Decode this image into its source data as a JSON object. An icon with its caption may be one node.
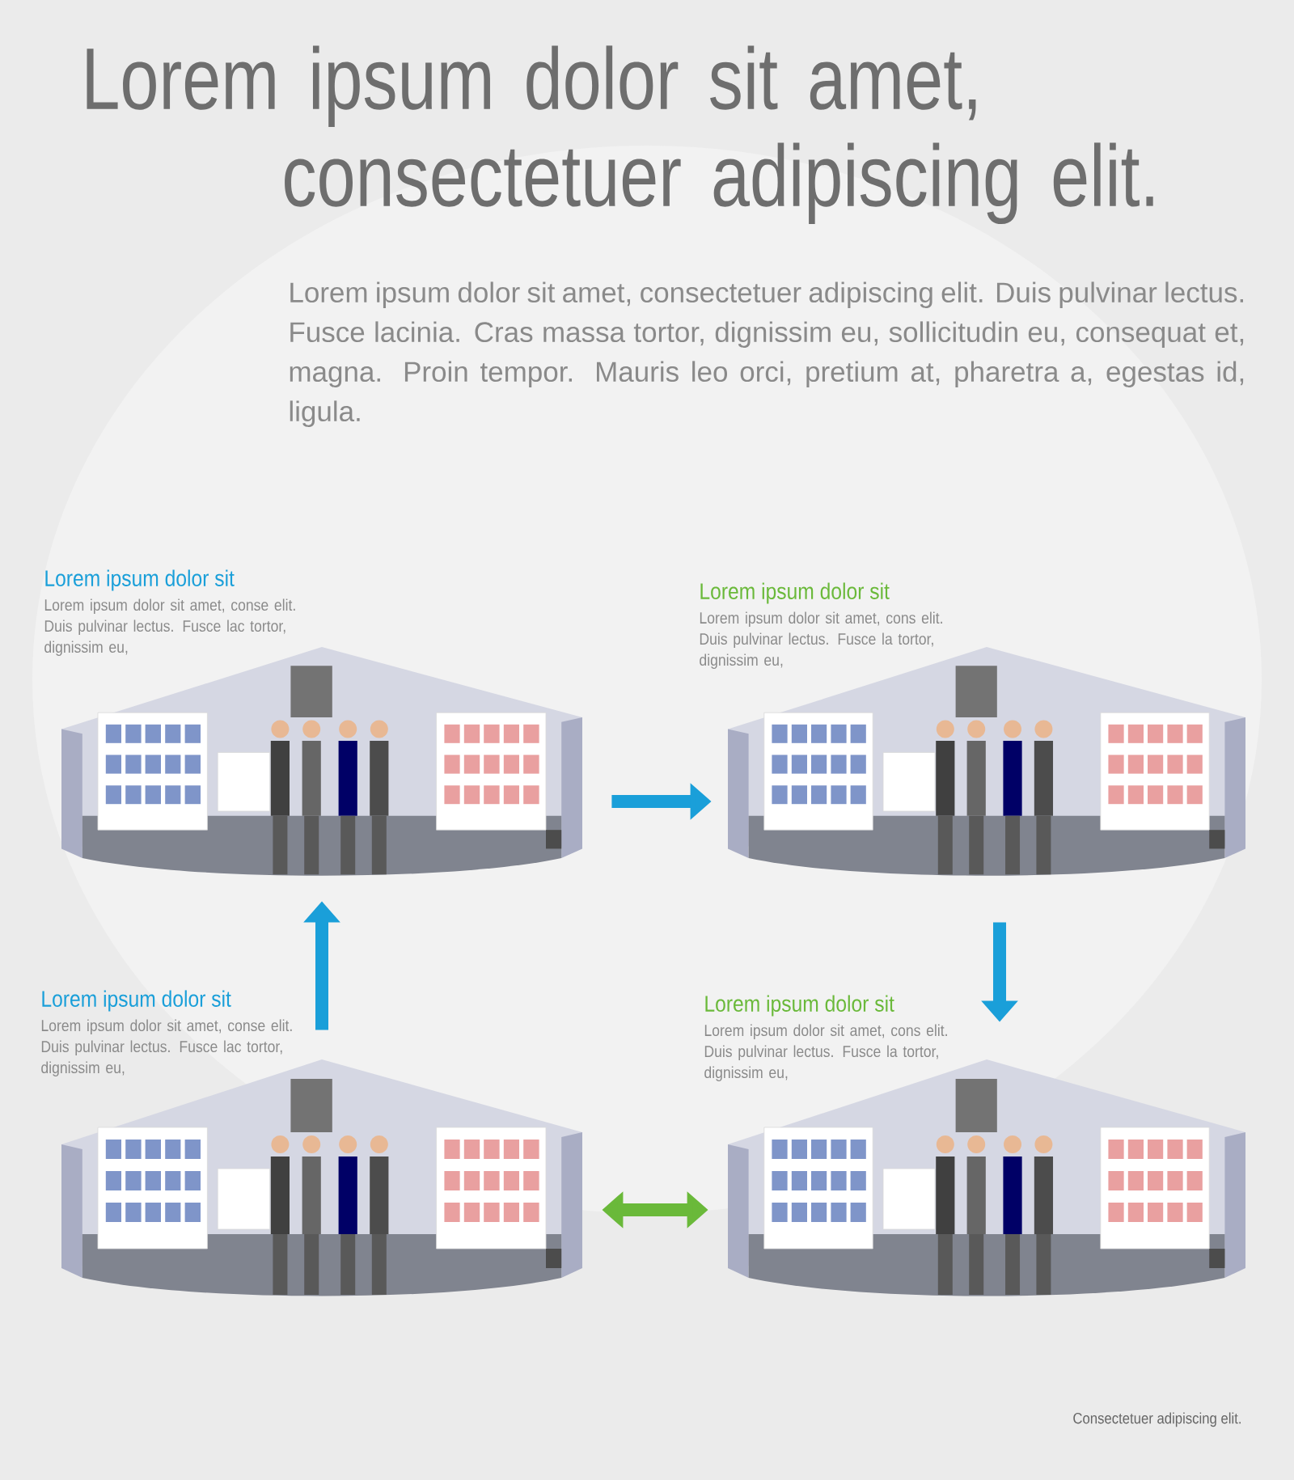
{
  "diagram": {
    "title": "Lorem ipsum dolor sit amet, consectetuer adipiscing elit.",
    "nodes": [
      {
        "text": [
          "Lorem ipsum dolor sit",
          "Lorem ipsum dolor sit amet, conse elit. Duis pulvinar lectus. Fusce lac tortor, dignissim eu,"
        ]
      },
      {
        "text": [
          "Lorem ipsum dolor sit",
          "Lorem ipsum dolor sit amet, cons elit. Duis pulvinar lectus. Fusce la tortor, dignissim eu,"
        ]
      },
      {
        "text": [
          "Lorem ipsum dolor sit",
          "Lorem ipsum dolor sit amet, conse elit. Duis pulvinar lectus. Fusce lac tortor, dignissim eu,"
        ]
      },
      {
        "text": [
          "Lorem ipsum dolor sit",
          "Lorem ipsum dolor sit amet, cons elit. Duis pulvinar lectus. Fusce la tortor, dignissim eu,"
        ]
      }
    ],
    "edges": [
      {
        "from": 0,
        "to": 1,
        "arrow": "to"
      },
      {
        "from": 1,
        "to": 3,
        "arrow": "to"
      },
      {
        "from": 2,
        "to": 0,
        "arrow": "to"
      },
      {
        "from": 2,
        "to": 3,
        "arrow": "both",
        "color": "#6ab93a"
      }
    ],
    "labels": [
      "Lorem ipsum dolor sit amet, consectetuer adipiscing elit. Duis pulvinar lectus. Fusce lacinia. Cras massa tortor, dignissim eu, sollicitudin eu, consequat et, magna. Proin tempor. Mauris leo orci, pretium at, pharetra a, egestas id, ligula.",
      "Consectetuer adipiscing elit."
    ]
  }
}
